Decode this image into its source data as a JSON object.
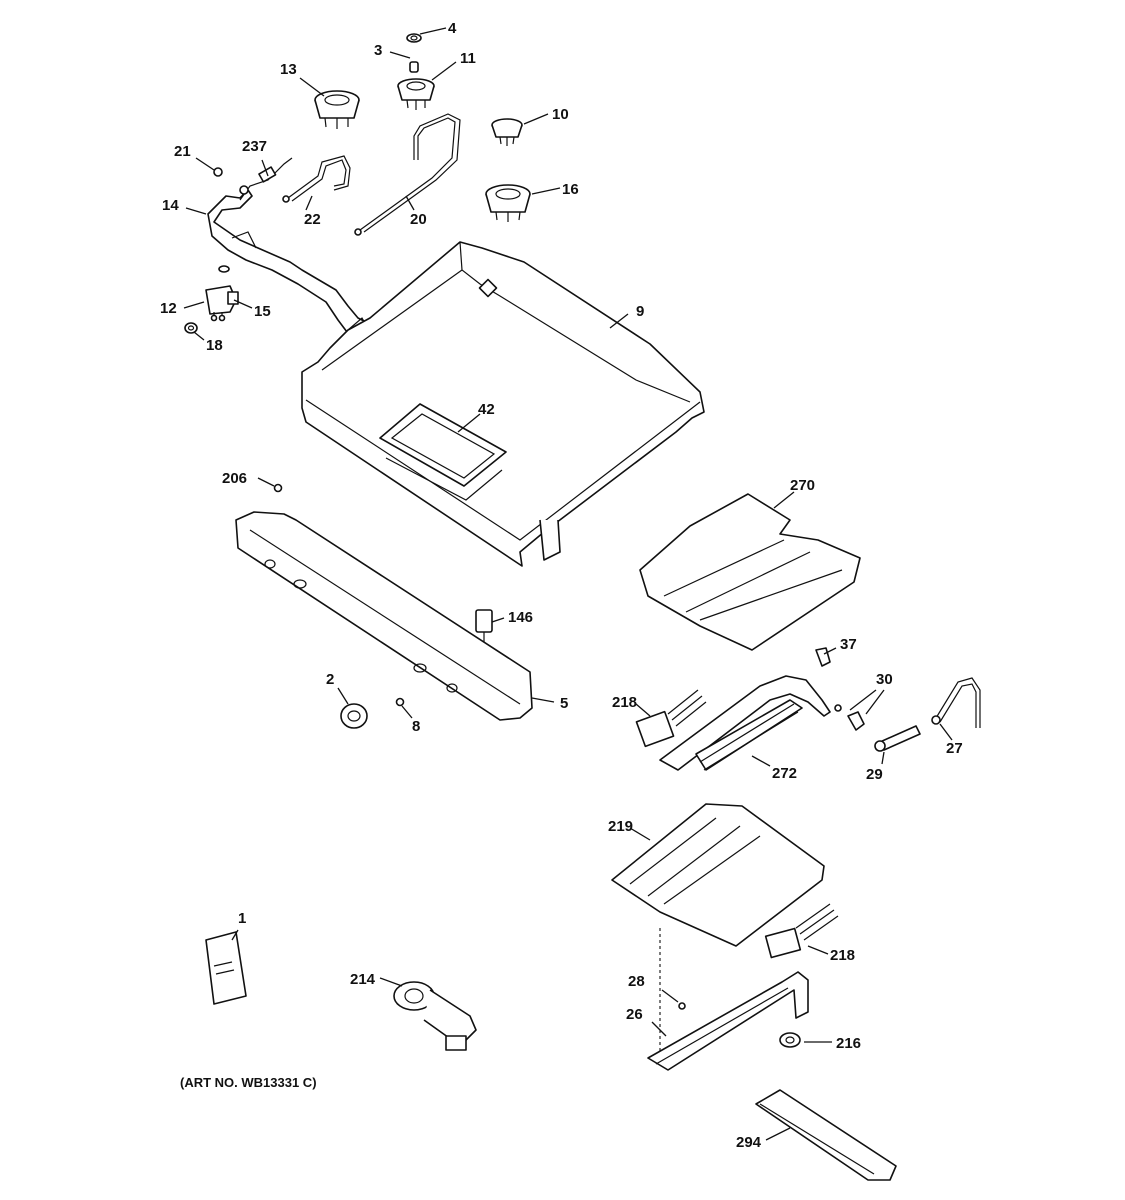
{
  "art_number": "(ART NO. WB13331 C)",
  "callouts": [
    "4",
    "3",
    "11",
    "13",
    "10",
    "21",
    "237",
    "16",
    "14",
    "22",
    "20",
    "9",
    "12",
    "15",
    "18",
    "42",
    "206",
    "270",
    "146",
    "37",
    "30",
    "2",
    "5",
    "8",
    "218",
    "27",
    "272",
    "29",
    "219",
    "1",
    "218",
    "214",
    "28",
    "26",
    "216",
    "294"
  ]
}
